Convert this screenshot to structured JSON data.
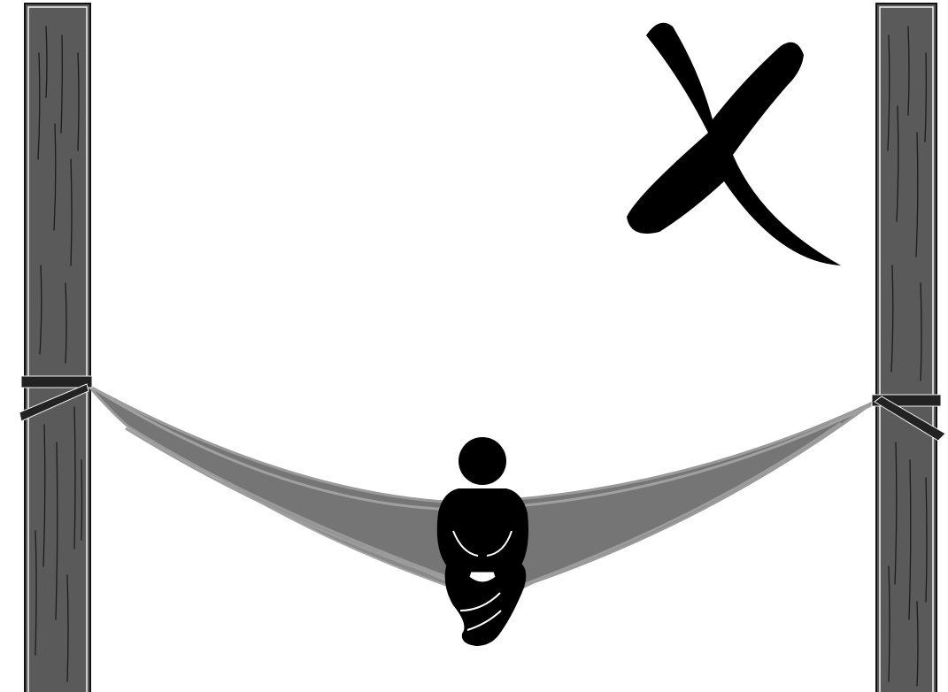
{
  "figure": {
    "colors": {
      "background": "#ffffff",
      "tree_fill": "#5a5a5a",
      "tree_outline": "#111111",
      "tree_highlight": "#f2f2f2",
      "bark_line": "#1c1c1c",
      "strap": "#222222",
      "hammock_fill": "#757575",
      "hammock_edge": "#9a9a9a",
      "person": "#000000",
      "mark": "#000000"
    },
    "icons": {
      "wrong_mark": "x-mark-icon",
      "person": "seated-person-icon"
    },
    "depicts": {
      "trees": 2,
      "straps": 2,
      "hammock_sag": "deep"
    }
  }
}
